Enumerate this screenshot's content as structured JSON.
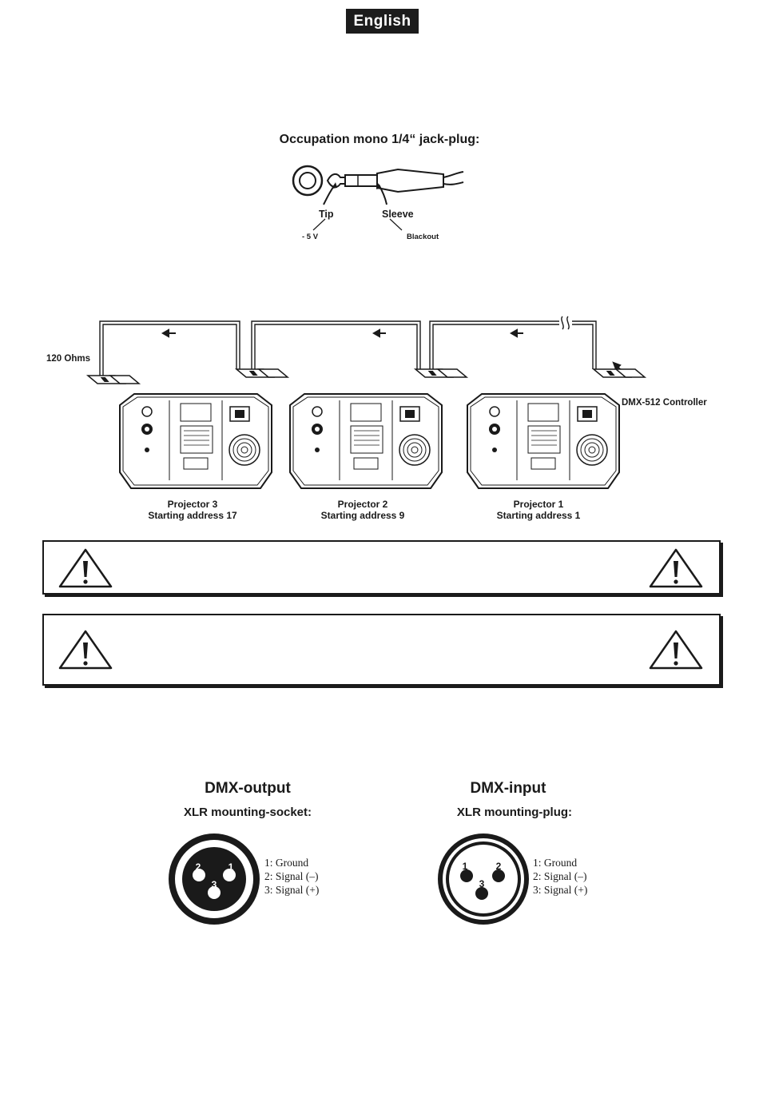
{
  "header": {
    "language": "English"
  },
  "jack_plug": {
    "title": "Occupation mono 1/4“ jack-plug:",
    "tip_label": "Tip",
    "sleeve_label": "Sleeve",
    "tip_value": "- 5 V",
    "sleeve_value": "Blackout"
  },
  "dmx_chain": {
    "terminator_label": "120 Ohms",
    "controller_label": "DMX-512 Controller",
    "projectors": [
      {
        "name": "Projector 3",
        "address": "Starting address 17"
      },
      {
        "name": "Projector 2",
        "address": "Starting address 9"
      },
      {
        "name": "Projector 1",
        "address": "Starting address 1"
      }
    ]
  },
  "connectors": {
    "output": {
      "title": "DMX-output",
      "subtitle": "XLR mounting-socket:",
      "pins": [
        "1: Ground",
        "2: Signal (–)",
        "3: Signal (+)"
      ]
    },
    "input": {
      "title": "DMX-input",
      "subtitle": "XLR mounting-plug:",
      "pins": [
        "1: Ground",
        "2: Signal (–)",
        "3: Signal (+)"
      ]
    }
  }
}
